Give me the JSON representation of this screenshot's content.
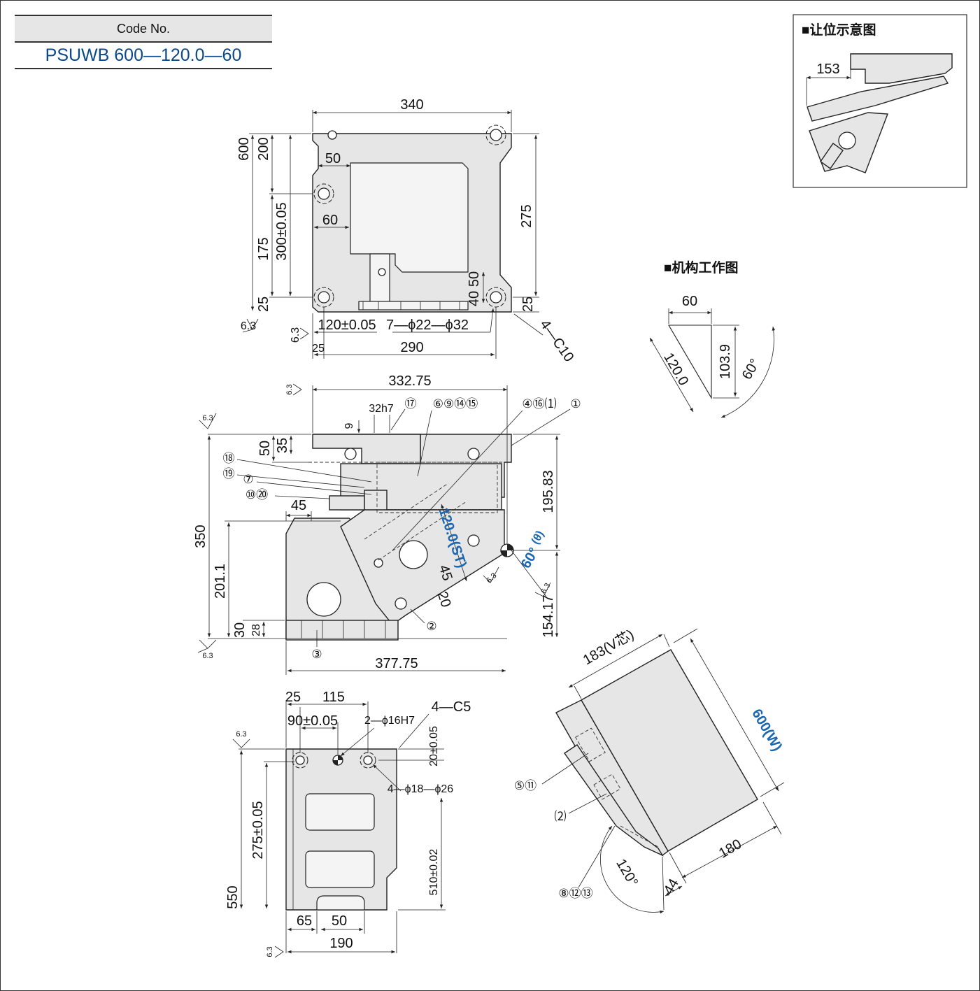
{
  "code": {
    "label": "Code No.",
    "value": "PSUWB 600—120.0—60"
  },
  "inset_clearance": {
    "title": "■让位示意图",
    "dim": "153"
  },
  "inset_mechanism": {
    "title": "■机构工作图",
    "d_top": "60",
    "d_slant": "120.0",
    "d_height": "103.9",
    "d_angle": "60°"
  },
  "top_view": {
    "d340": "340",
    "d600": "600",
    "d200": "200",
    "d50": "50",
    "d60": "60",
    "d175": "175",
    "d300": "300±0.05",
    "d275": "275",
    "d50b": "50",
    "d40": "40",
    "d25a": "25",
    "d25b": "25",
    "d120": "120±0.05",
    "holes": "7—ϕ22—ϕ32",
    "chamfer": "4—C10",
    "d25c": "25",
    "d290": "290",
    "rough1": "6.3",
    "rough2": "6.3"
  },
  "front_view": {
    "d33275": "332.75",
    "d32h7": "32h7",
    "d9": "9",
    "d50": "50",
    "d35": "35",
    "d45": "45",
    "d350": "350",
    "d2011": "201.1",
    "d30": "30",
    "d28": "28",
    "d19583": "195.83",
    "d15417": "154.17",
    "d37775": "377.75",
    "d45b": "45",
    "d20": "20",
    "stroke": "120.0(ST)",
    "angle_big": "60°",
    "angle_theta": "(θ)",
    "c17": "⑰",
    "c6_9_14_15": "⑥⑨⑭⑮",
    "c4_16_21": "④⑯⑴",
    "c1": "①",
    "c18": "⑱",
    "c19": "⑲",
    "c7": "⑦",
    "c10_20": "⑩⑳",
    "c2": "②",
    "c3": "③",
    "rough1": "6.3",
    "rough2": "6.3",
    "rough3": "6.3",
    "rough4": "6.3",
    "rough5": "6.3"
  },
  "bottom_view": {
    "d25": "25",
    "d115": "115",
    "d90": "90±0.05",
    "pins": "2—ϕ16H7",
    "chamfer": "4—C5",
    "d20": "20±0.05",
    "holes": "4—ϕ18—ϕ26",
    "d275": "275±0.05",
    "d550": "550",
    "d510": "510±0.02",
    "d65": "65",
    "d50": "50",
    "d190": "190",
    "rough1": "6.3",
    "rough2": "6.3"
  },
  "iso_view": {
    "d183": "183(V芯)",
    "d600w": "600(W)",
    "d180": "180",
    "d44": "44",
    "d120deg": "120°",
    "c5_11": "⑤⑪",
    "c22": "⑵",
    "c8_12_13": "⑧⑫⑬"
  }
}
